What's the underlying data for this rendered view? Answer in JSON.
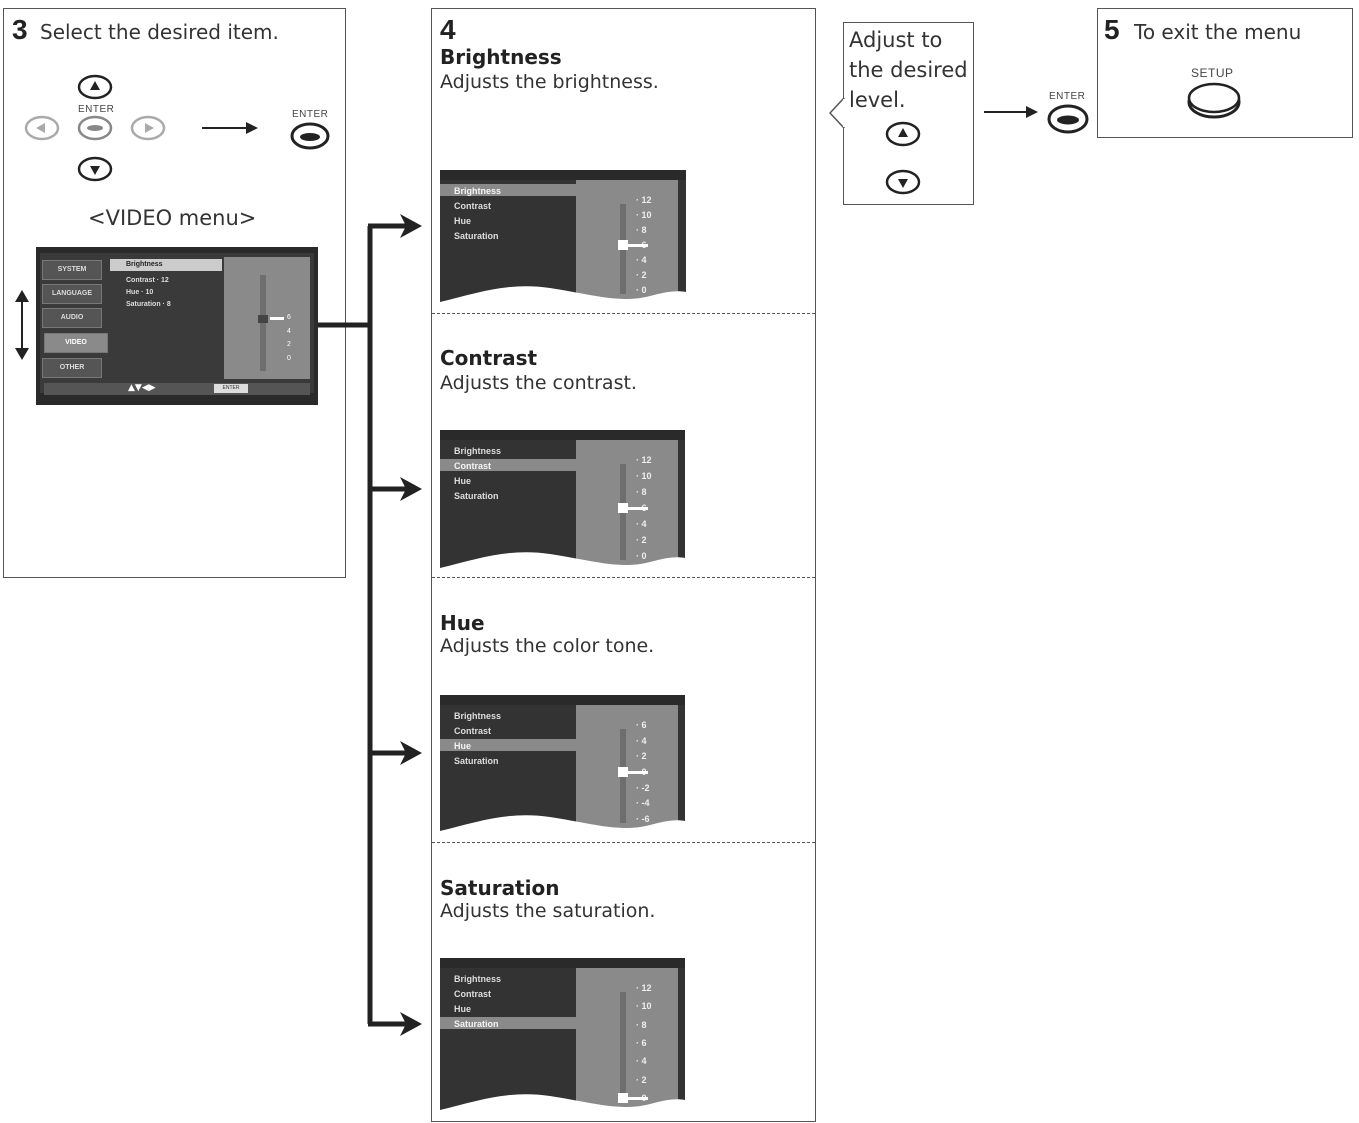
{
  "step3": {
    "number": "3",
    "text": "Select the desired item.",
    "enter_label": "ENTER",
    "enter_label_right": "ENTER",
    "menu_caption": "<VIDEO menu>",
    "osd": {
      "sidebar": [
        "SYSTEM",
        "LANGUAGE",
        "AUDIO",
        "VIDEO",
        "OTHER"
      ],
      "selected_sidebar": "VIDEO",
      "items": [
        "Brightness",
        "Contrast · 12",
        "Hue · 10",
        "Saturation · 8"
      ],
      "ticks": [
        "6",
        "4",
        "2",
        "0"
      ],
      "footer_nav": "▲▼◀▶",
      "footer_enter": "ENTER"
    }
  },
  "step4": {
    "number": "4",
    "sections": [
      {
        "title": "Brightness",
        "desc": "Adjusts the brightness.",
        "items": [
          "Brightness",
          "Contrast",
          "Hue",
          "Saturation"
        ],
        "highlight": 0,
        "ticks": [
          "12",
          "10",
          "8",
          "6",
          "4",
          "2",
          "0"
        ],
        "level": 6
      },
      {
        "title": "Contrast",
        "desc": "Adjusts the contrast.",
        "items": [
          "Brightness",
          "Contrast",
          "Hue",
          "Saturation"
        ],
        "highlight": 1,
        "ticks": [
          "12",
          "10",
          "8",
          "6",
          "4",
          "2",
          "0"
        ],
        "level": 6
      },
      {
        "title": "Hue",
        "desc": "Adjusts the color tone.",
        "items": [
          "Brightness",
          "Contrast",
          "Hue",
          "Saturation"
        ],
        "highlight": 2,
        "ticks": [
          "6",
          "4",
          "2",
          "0",
          "-2",
          "-4",
          "-6"
        ],
        "level": 0
      },
      {
        "title": "Saturation",
        "desc": "Adjusts the saturation.",
        "items": [
          "Brightness",
          "Contrast",
          "Hue",
          "Saturation"
        ],
        "highlight": 3,
        "ticks": [
          "12",
          "10",
          "8",
          "6",
          "4",
          "2",
          "0"
        ],
        "level": 0
      }
    ]
  },
  "adjust": {
    "line1": "Adjust to",
    "line2": "the desired",
    "line3": "level."
  },
  "enter_label_mid": "ENTER",
  "step5": {
    "number": "5",
    "text": "To exit the menu",
    "setup_label": "SETUP"
  }
}
